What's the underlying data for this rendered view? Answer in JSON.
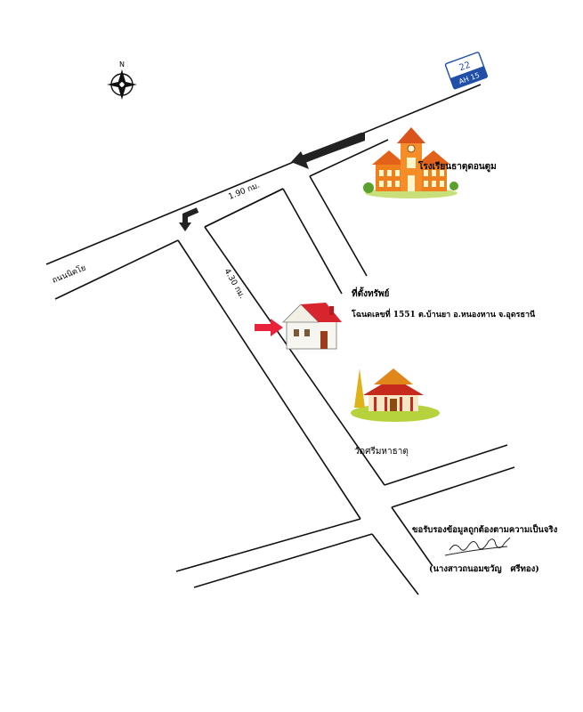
{
  "compass": {
    "north_label": "N"
  },
  "route_shield": {
    "number": "22",
    "code": "AH 15"
  },
  "roads": {
    "main_road_name": "ถนนนิตโย",
    "distance_main": "1.90 กม.",
    "distance_side": "4.30 กม."
  },
  "landmarks": {
    "school": "โรงเรียนธาตุดอนตูม",
    "temple": "วัดศรีมหาธาตุ"
  },
  "property": {
    "title": "ที่ตั้งทรัพย์",
    "deed": "โฉนดเลขที่ 1551 ต.บ้านยา อ.หนองหาน จ.อุดรธานี"
  },
  "certification": {
    "statement": "ขอรับรองข้อมูลถูกต้องตามความเป็นจริง",
    "name": "(นางสาวถนอมขวัญ   ศรีทอง)"
  },
  "colors": {
    "road": "#000000",
    "shield": "#1f4fa8",
    "arrow_dark": "#222222",
    "marker_red": "#e8223a",
    "house_roof": "#d8242c",
    "school": "#f07f1e"
  }
}
